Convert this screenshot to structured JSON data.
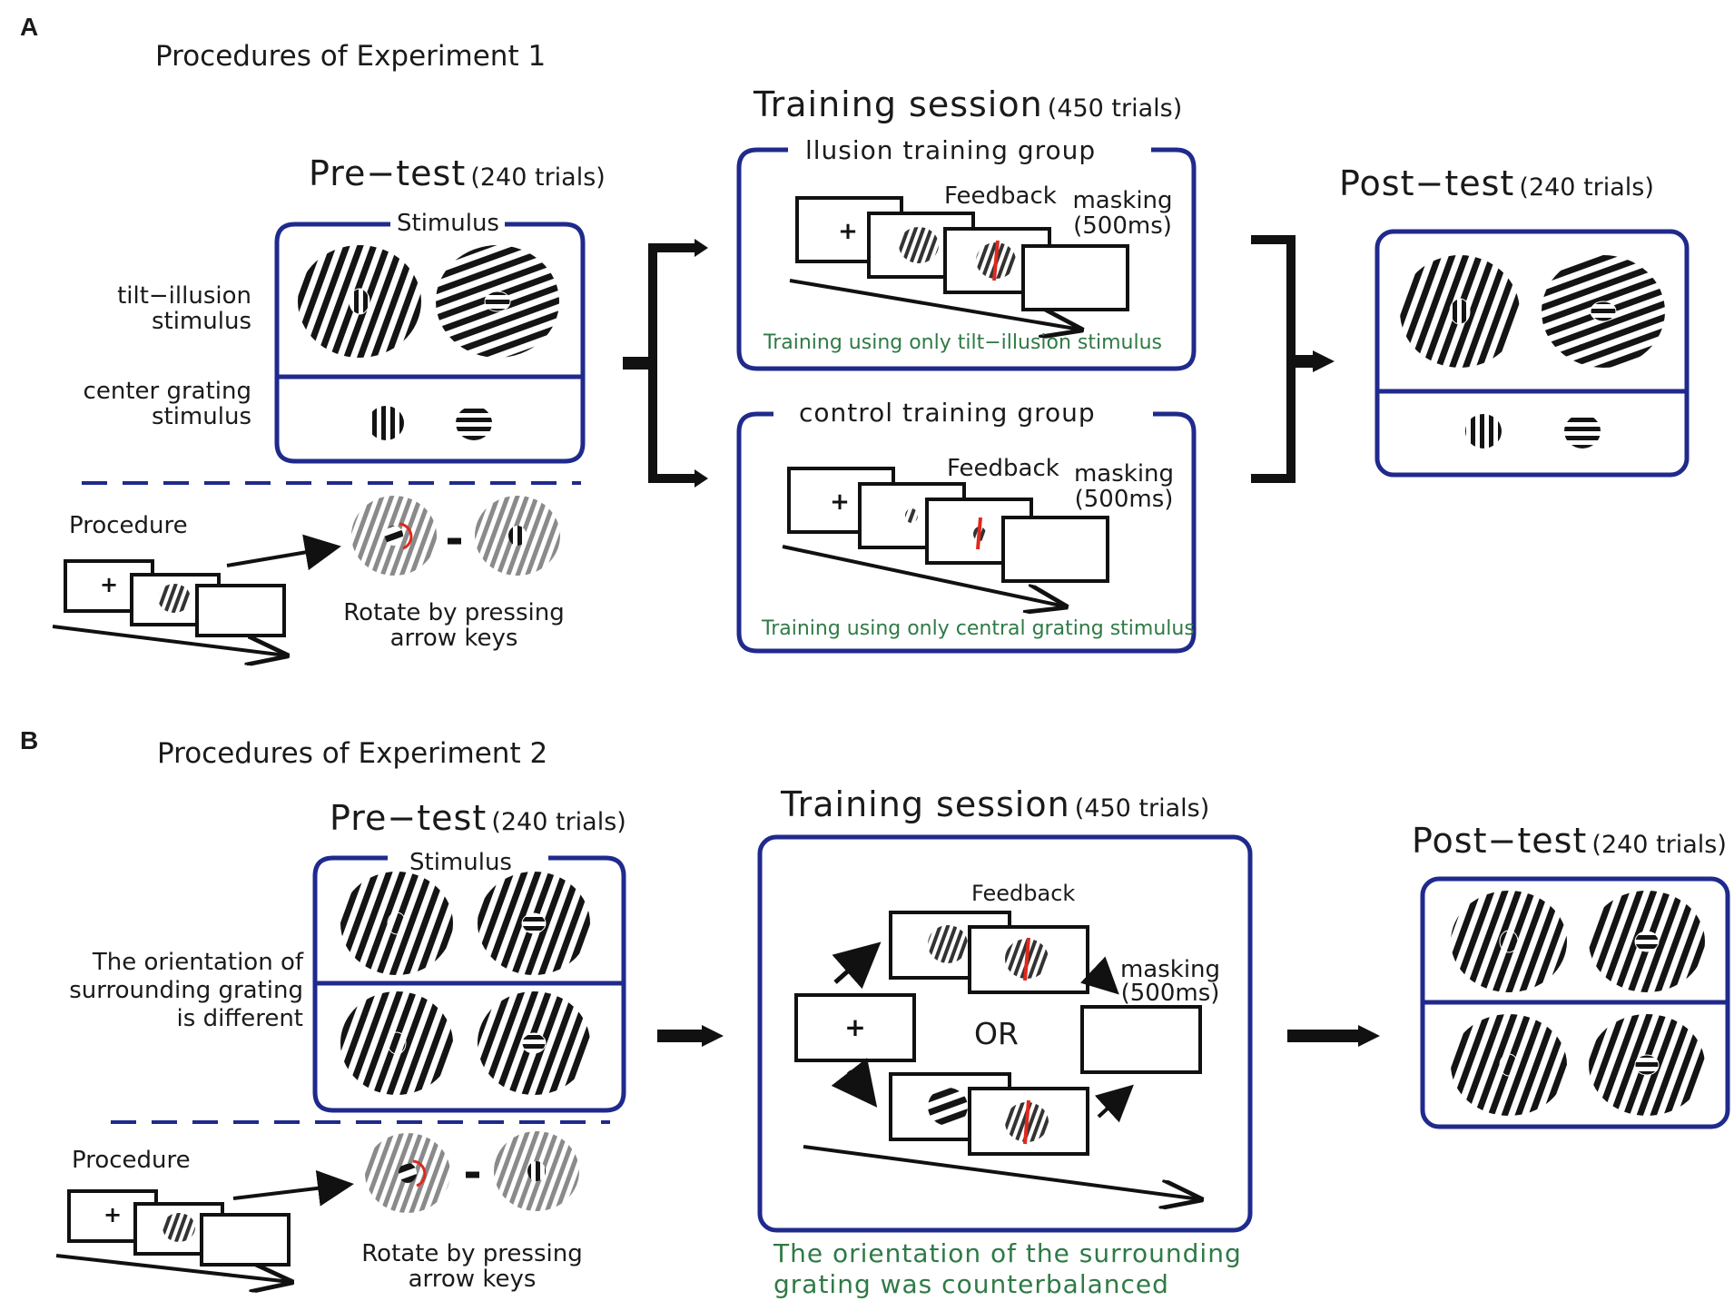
{
  "panel_a": {
    "letter": "A",
    "title": "Procedures of Experiment 1",
    "pretest": {
      "title": "Pre−test",
      "trials": "(240 trials)",
      "stimulus_label": "Stimulus",
      "row1_label_line1": "tilt−illusion",
      "row1_label_line2": "stimulus",
      "row2_label_line1": "center grating",
      "row2_label_line2": "stimulus"
    },
    "procedure": {
      "label": "Procedure",
      "caption_line1": "Rotate by pressing",
      "caption_line2": "arrow keys"
    },
    "training": {
      "title": "Training session",
      "trials": "(450 trials)",
      "group1": {
        "name": "llusion training group",
        "feedback": "Feedback",
        "masking_line1": "masking",
        "masking_line2": "(500ms)",
        "note": "Training using only tilt−illusion stimulus"
      },
      "group2": {
        "name": "control training group",
        "feedback": "Feedback",
        "masking_line1": "masking",
        "masking_line2": "(500ms)",
        "note": "Training using only central grating stimulus"
      }
    },
    "posttest": {
      "title": "Post−test",
      "trials": "(240 trials)"
    }
  },
  "panel_b": {
    "letter": "B",
    "title": "Procedures of Experiment 2",
    "pretest": {
      "title": "Pre−test",
      "trials": "(240 trials)",
      "stimulus_label": "Stimulus",
      "label_line1": "The orientation of",
      "label_line2": "surrounding grating",
      "label_line3": "is different"
    },
    "procedure": {
      "label": "Procedure",
      "caption_line1": "Rotate by pressing",
      "caption_line2": "arrow keys"
    },
    "training": {
      "title": "Training session",
      "trials": "(450 trials)",
      "feedback": "Feedback",
      "or": "OR",
      "masking_line1": "masking",
      "masking_line2": "(500ms)",
      "note_line1": "The orientation of the surrounding",
      "note_line2": "grating was counterbalanced"
    },
    "posttest": {
      "title": "Post−test",
      "trials": "(240 trials)"
    }
  },
  "colors": {
    "frame": "#1f2a8c",
    "ink": "#111111",
    "note_green": "#2f7a45",
    "feedback_red": "#e0281e",
    "procedure_grating": "#8a8a8a"
  },
  "icons": {
    "fixation": "plus-icon",
    "arrow": "arrow-icon",
    "brace": "brace-icon"
  }
}
